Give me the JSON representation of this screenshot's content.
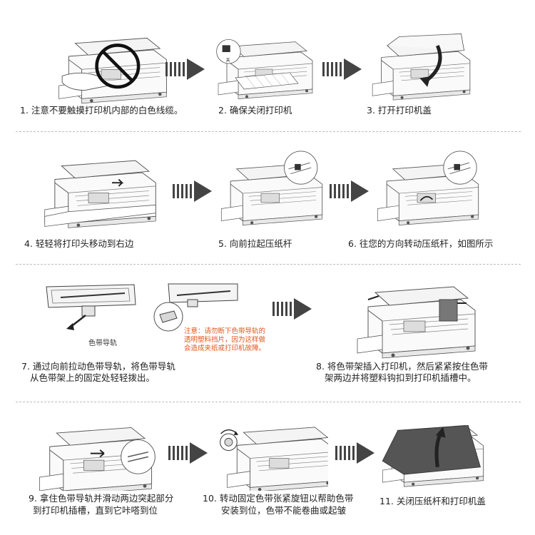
{
  "steps": [
    {
      "caption": "1. 注意不要触摸打印机内部的白色线缆。"
    },
    {
      "caption": "2. 确保关闭打印机"
    },
    {
      "caption": "3. 打开打印机盖"
    },
    {
      "caption": "4. 轻轻将打印头移动到右边"
    },
    {
      "caption": "5. 向前拉起压纸杆"
    },
    {
      "caption": "6. 往您的方向转动压纸杆，如图所示"
    },
    {
      "caption_line1": "7. 通过向前拉动色带导轨，将色带导轨",
      "caption_line2": "从色带架上的固定处轻轻拨出。"
    },
    {
      "caption_line1": "8. 将色带架插入打印机，然后紧紧按住色带",
      "caption_line2": "架两边并将塑料钩扣到打印机插槽中。"
    },
    {
      "caption_line1": "9. 拿住色带导轨并滑动两边突起部分",
      "caption_line2": "到打印机插槽，直到它咔嗒到位"
    },
    {
      "caption_line1": "10. 转动固定色带张紧旋钮以帮助色带",
      "caption_line2": "安装到位，色带不能卷曲或起皱"
    },
    {
      "caption": "11. 关闭压纸杆和打印机盖"
    }
  ],
  "labels": {
    "ribbon_guide": "色带导轨",
    "warning": "注意：请勿断下色带导轨的透明塑料挡片，因为这样做会造成夹纸或打印机故障。",
    "switch_label": "关"
  },
  "colors": {
    "arrow": "#444444",
    "warning_text": "#e2551b",
    "divider": "#bdbdbd"
  }
}
